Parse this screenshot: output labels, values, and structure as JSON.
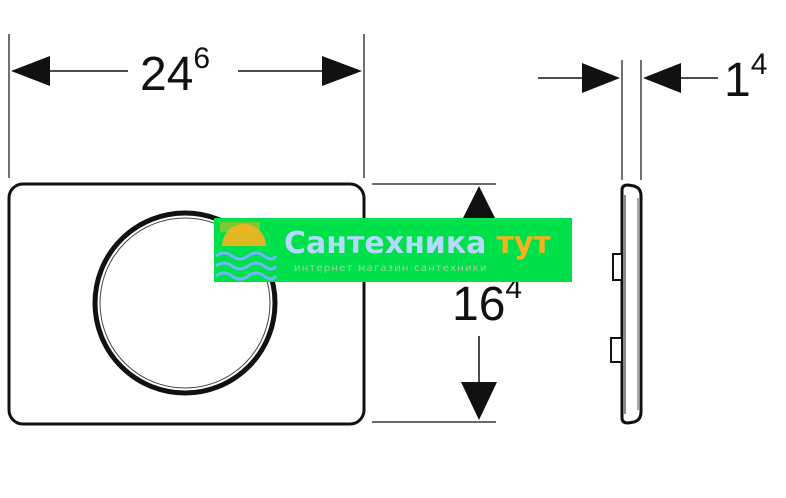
{
  "dimensions": {
    "width": {
      "value": "24",
      "superscript": "6"
    },
    "height": {
      "value": "16",
      "superscript": "4"
    },
    "depth": {
      "value": "1",
      "superscript": "4"
    }
  },
  "watermark": {
    "title_part1": "Сантехника",
    "title_part2": "тут",
    "subtitle": "интернет магазин сантехники",
    "colors": {
      "band": "#00e04a",
      "title_part1": "#b7d8ff",
      "title_part2": "#f7b21e",
      "subtitle": "#9ad6a0",
      "logo_sun": "#f7b21e",
      "logo_waves": "#6fb5ff"
    }
  },
  "colors": {
    "line": "#111111",
    "background": "#ffffff"
  }
}
